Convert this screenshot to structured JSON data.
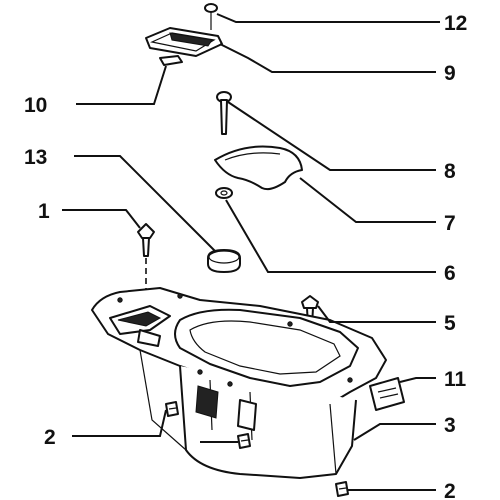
{
  "callouts": [
    {
      "id": "c12",
      "text": "12"
    },
    {
      "id": "c9",
      "text": "9"
    },
    {
      "id": "c10",
      "text": "10"
    },
    {
      "id": "c8",
      "text": "8"
    },
    {
      "id": "c13",
      "text": "13"
    },
    {
      "id": "c7",
      "text": "7"
    },
    {
      "id": "c1",
      "text": "1"
    },
    {
      "id": "c6",
      "text": "6"
    },
    {
      "id": "c5",
      "text": "5"
    },
    {
      "id": "c11",
      "text": "11"
    },
    {
      "id": "c3",
      "text": "3"
    },
    {
      "id": "c2a",
      "text": "2"
    },
    {
      "id": "c2b",
      "text": "2"
    }
  ]
}
